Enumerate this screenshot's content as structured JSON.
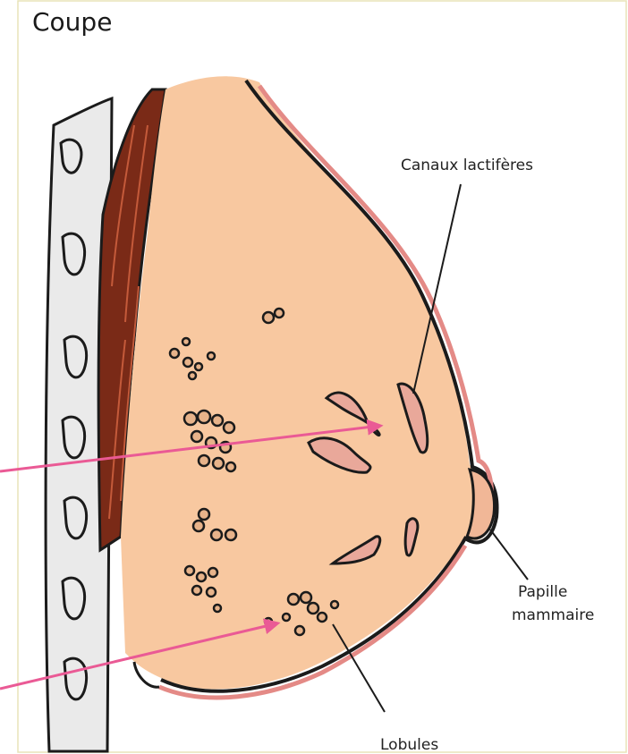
{
  "title": "Coupe",
  "labels": {
    "ducts": "Canaux lactifères",
    "nipple_line1": "Papille",
    "nipple_line2": "mammaire",
    "lobules": "Lobules"
  },
  "colors": {
    "tissue": "#f8c8a0",
    "skin_outline": "#1b1b1b",
    "skin_inner": "#e48a86",
    "duct_fill": "#e9a89a",
    "muscle": "#7a2a17",
    "rib_bg": "#eaeaea",
    "pointer_arrows": "#ea5a95",
    "frame_border": "#e8e3b8"
  }
}
